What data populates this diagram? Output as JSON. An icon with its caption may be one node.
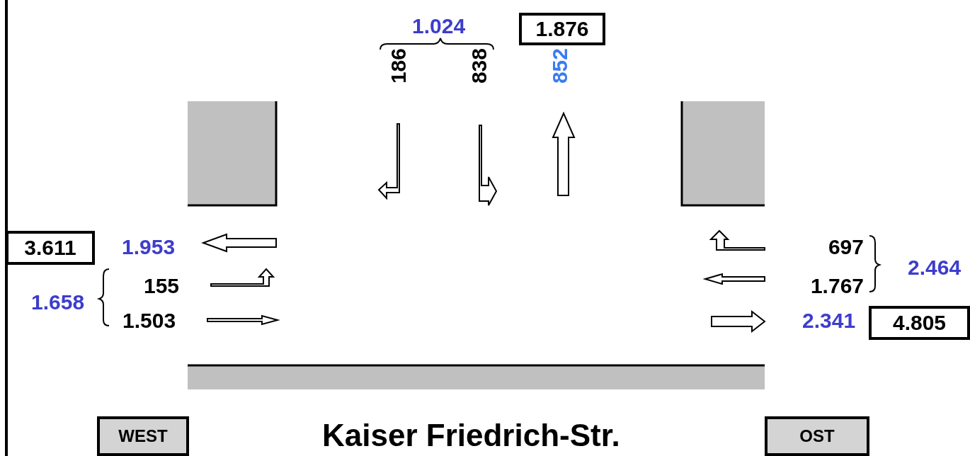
{
  "diagram": {
    "nodes": [
      {
        "text": [
          "1.876"
        ]
      },
      {
        "text": [
          "3.611"
        ]
      },
      {
        "text": [
          "4.805"
        ]
      },
      {
        "text": [
          "WEST"
        ]
      },
      {
        "text": [
          "OST"
        ]
      }
    ],
    "edges": [],
    "labels": [
      "1.024",
      "186",
      "838",
      "852",
      "1.953",
      "697",
      "2.464",
      "155",
      "1.767",
      "1.658",
      "1.503",
      "2.341",
      "Kaiser Friedrich-Str."
    ]
  }
}
